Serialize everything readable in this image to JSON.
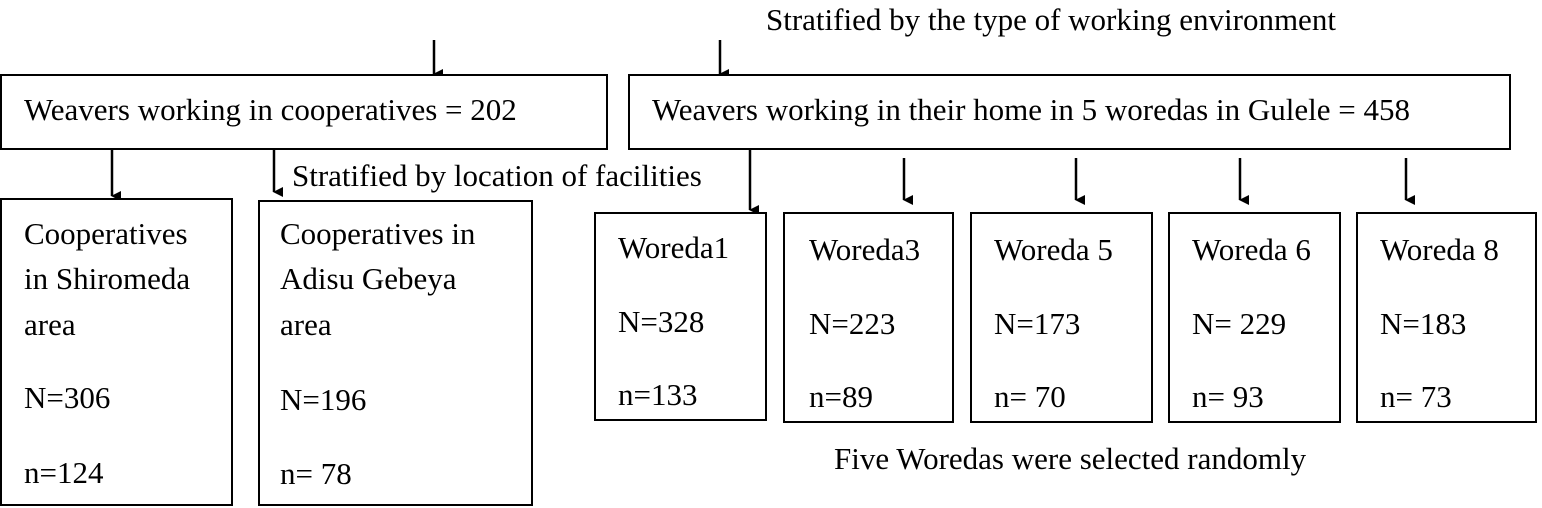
{
  "top_label": "Stratified by the type of working environment",
  "middle_label": "Stratified by location of facilities",
  "bottom_label": "Five Woredas were selected randomly",
  "cooperatives_box": "Weavers working in cooperatives = 202",
  "home_box": "Weavers working in their home in 5 woredas in Gulele = 458",
  "cooperatives": [
    {
      "name_lines": [
        "Cooperatives",
        "in Shiromeda",
        "area"
      ],
      "N": "N=306",
      "n": "n=124"
    },
    {
      "name_lines": [
        "Cooperatives in",
        "Adisu Gebeya",
        "area"
      ],
      "N": "N=196",
      "n": "n= 78"
    }
  ],
  "woredas": [
    {
      "name": "Woreda1",
      "N": "N=328",
      "n": "n=133"
    },
    {
      "name": "Woreda3",
      "N": "N=223",
      "n": "n=89"
    },
    {
      "name": "Woreda 5",
      "N": "N=173",
      "n": "n= 70"
    },
    {
      "name": "Woreda 6",
      "N": "N= 229",
      "n": "n= 93"
    },
    {
      "name": "Woreda 8",
      "N": "N=183",
      "n": "n= 73"
    }
  ]
}
